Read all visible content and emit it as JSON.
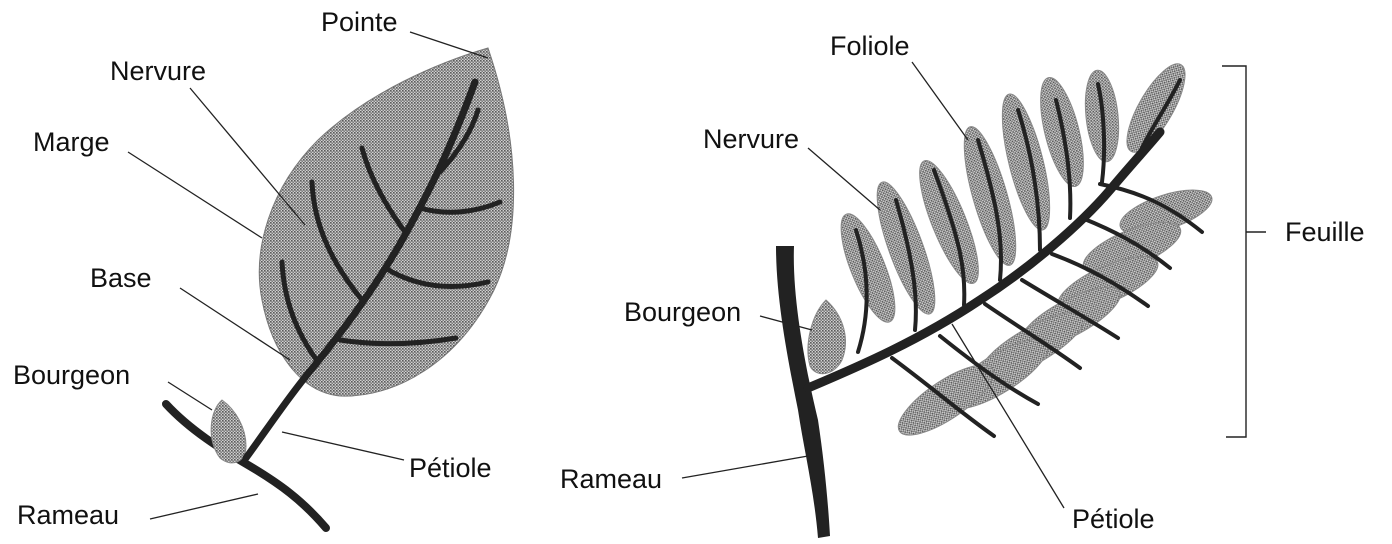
{
  "simple_leaf": {
    "labels": {
      "pointe": "Pointe",
      "nervure": "Nervure",
      "marge": "Marge",
      "base": "Base",
      "bourgeon": "Bourgeon",
      "petiole": "Pétiole",
      "rameau": "Rameau"
    }
  },
  "compound_leaf": {
    "labels": {
      "foliole": "Foliole",
      "nervure": "Nervure",
      "bourgeon": "Bourgeon",
      "rameau": "Rameau",
      "petiole": "Pétiole",
      "feuille": "Feuille"
    }
  },
  "colors": {
    "ink": "#222222",
    "leaf_fill": "#9a9a9a",
    "background": "#ffffff"
  }
}
